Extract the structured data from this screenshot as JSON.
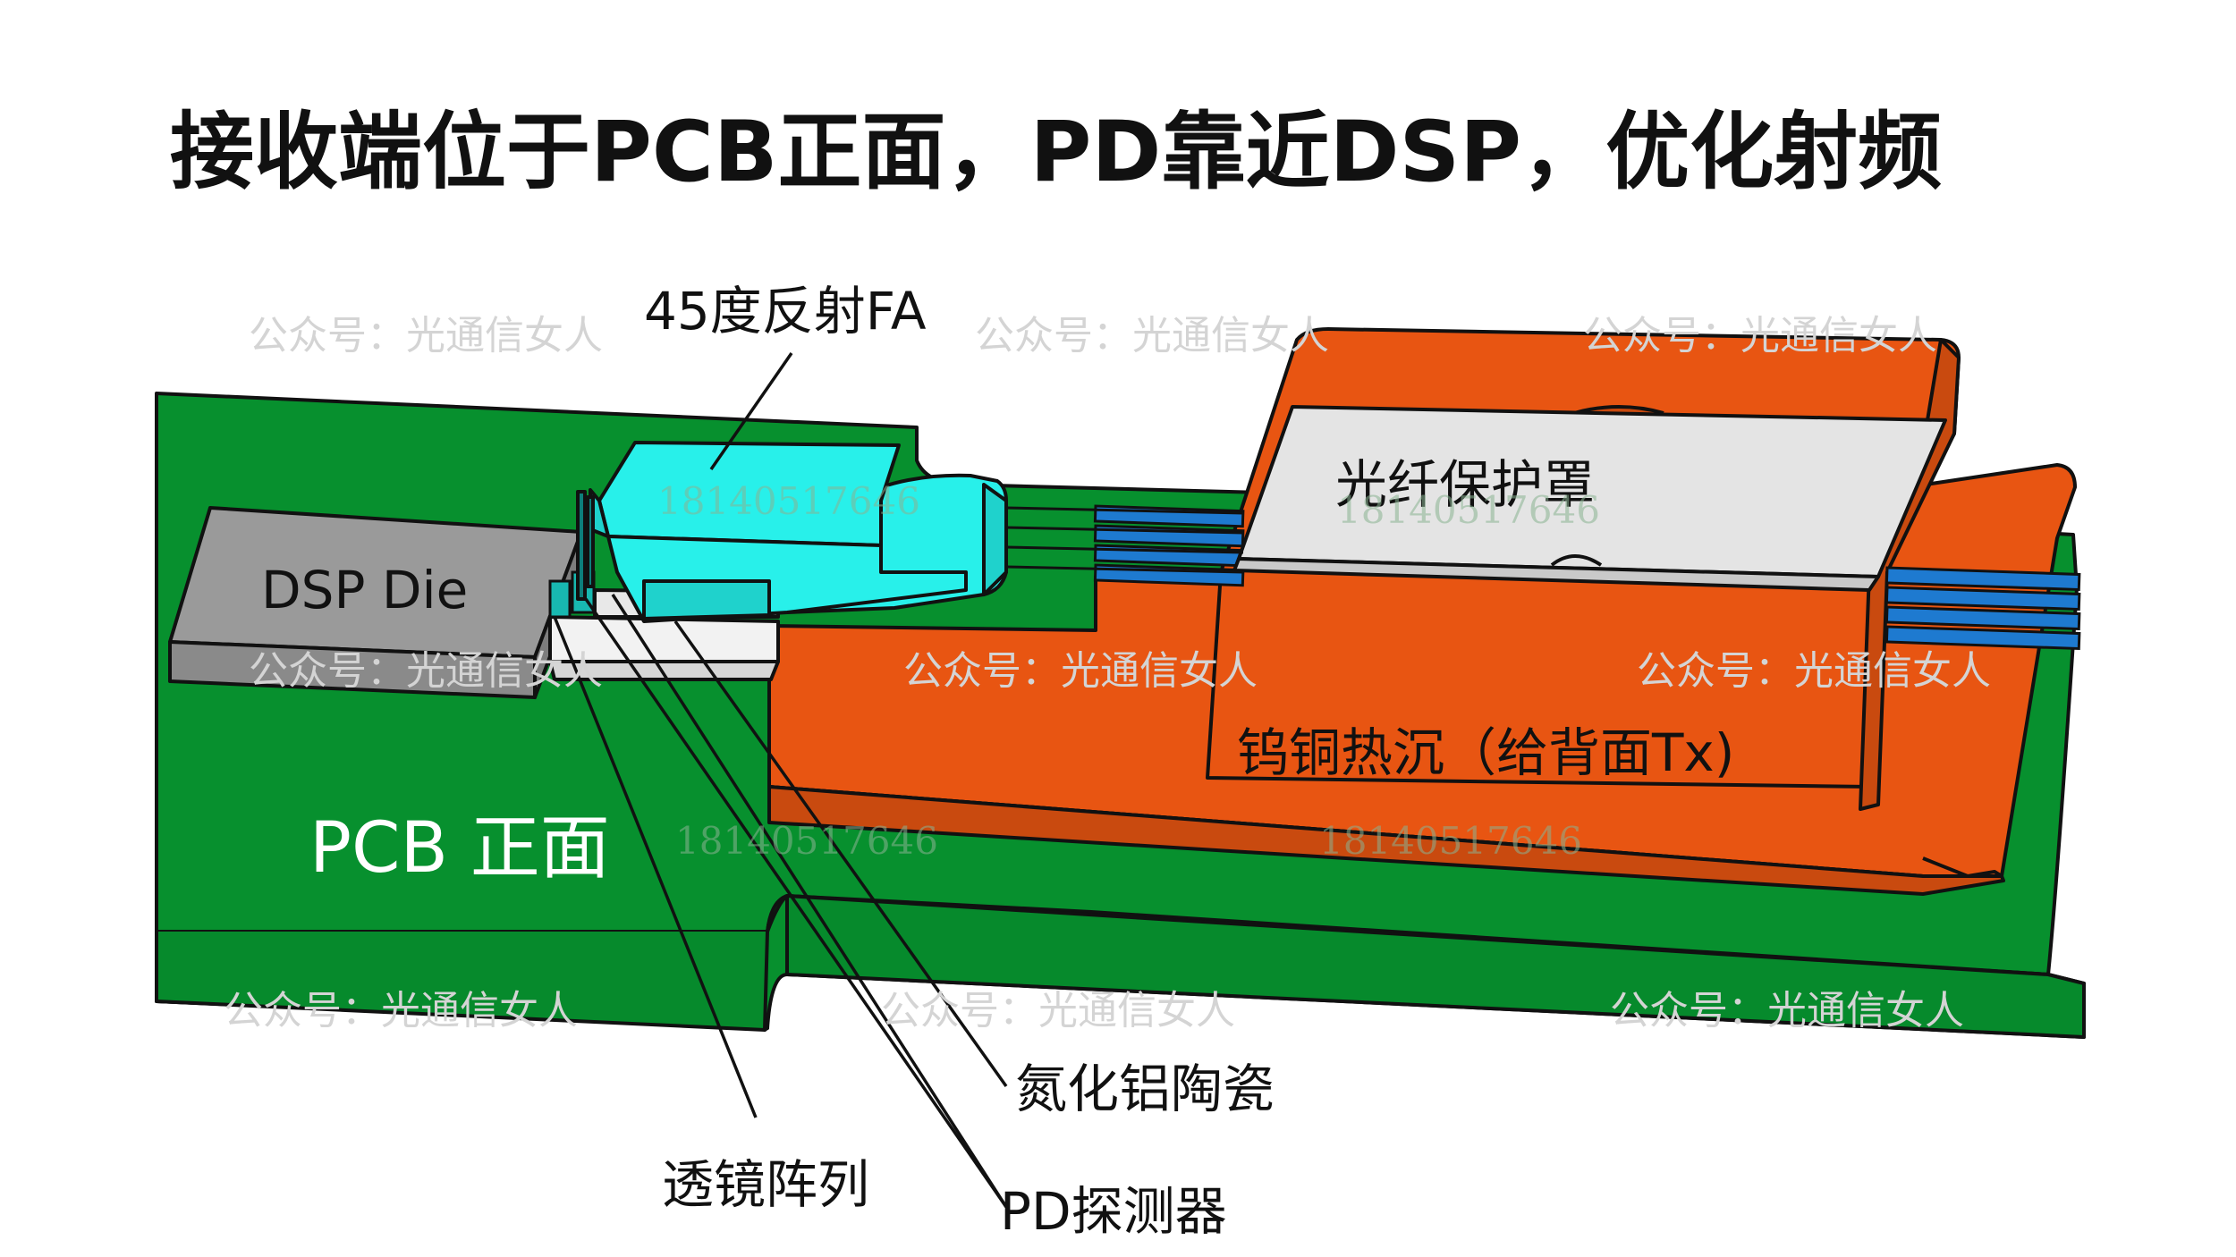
{
  "title": "接收端位于PCB正面，PD靠近DSP，优化射频",
  "labels": {
    "fa": "45度反射FA",
    "dsp": "DSP Die",
    "cover": "光纤保护罩",
    "heatsink": "钨铜热沉（给背面Tx)",
    "pcb": "PCB 正面",
    "aln": "氮化铝陶瓷",
    "lens": "透镜阵列",
    "pd": "PD探测器"
  },
  "watermarks": {
    "account": "公众号：光通信女人",
    "number": "18140517646"
  },
  "colors": {
    "pcb": "#07902e",
    "heatsink": "#e85512",
    "fa": "#28f0ea",
    "fiber": "#1e7ad0",
    "dsp": "#9a9a9a",
    "cover": "#e4e4e4"
  }
}
